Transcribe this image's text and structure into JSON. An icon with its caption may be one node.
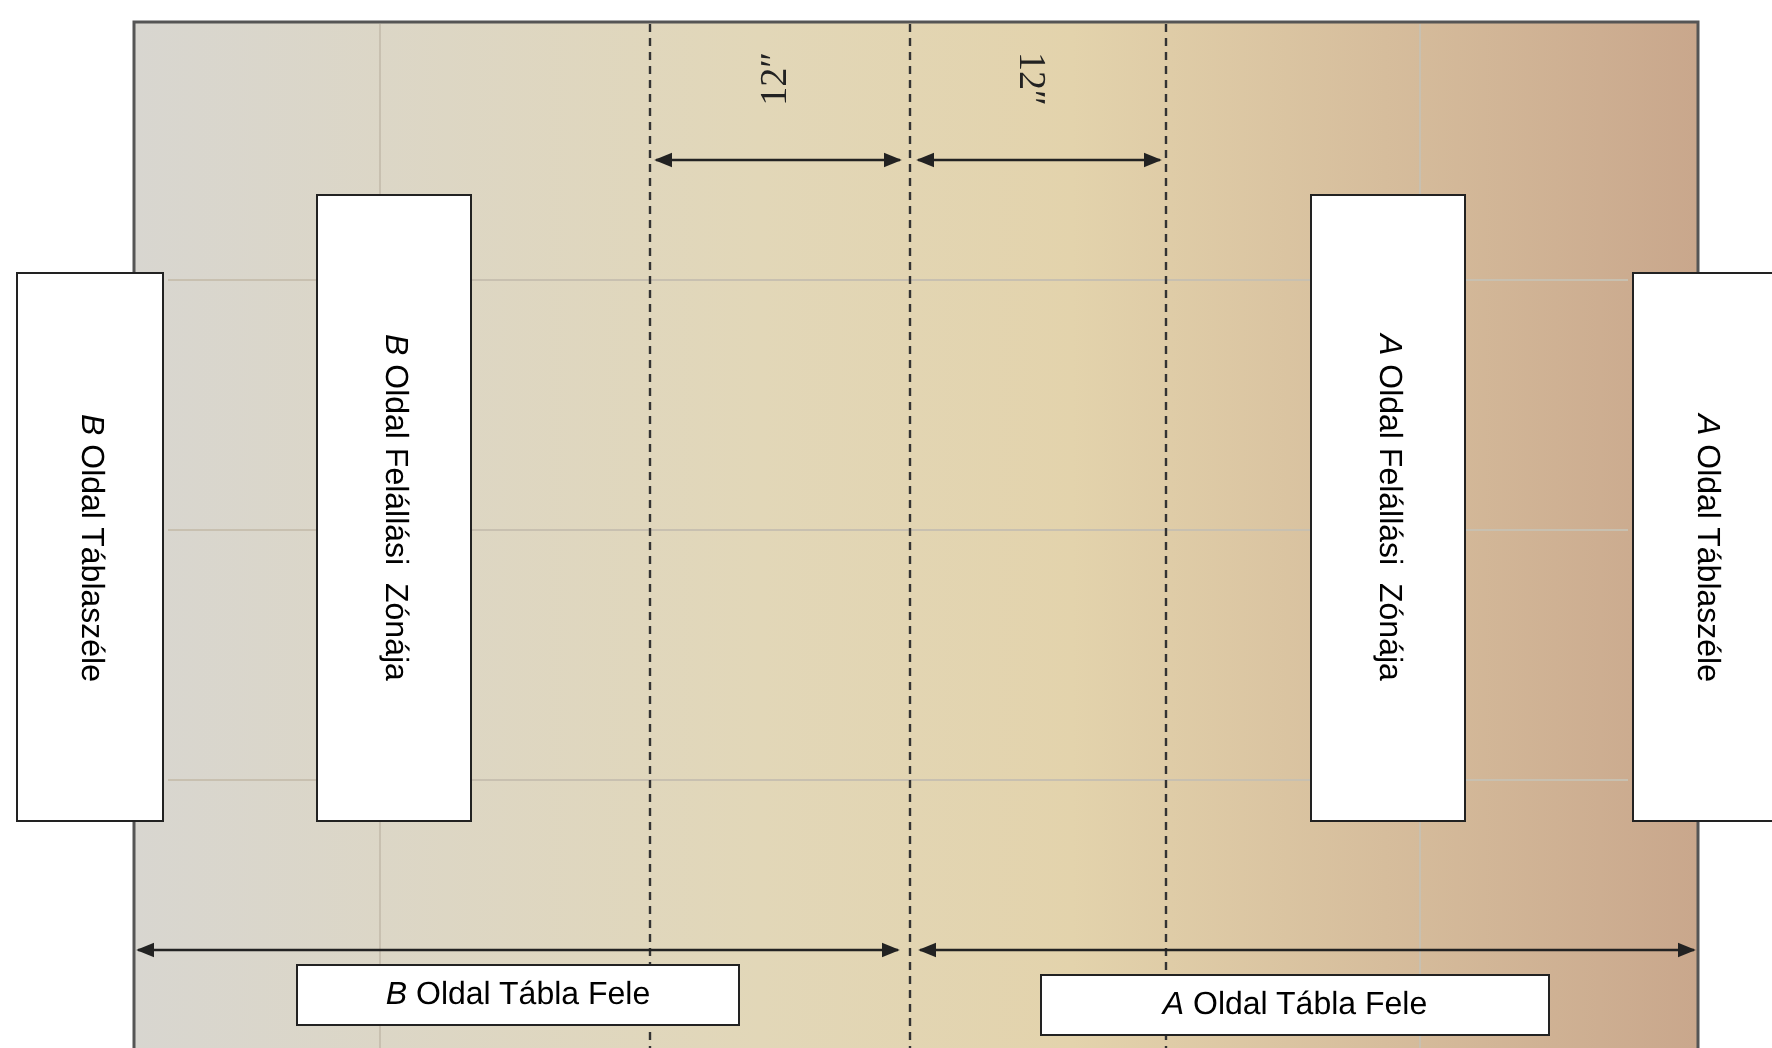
{
  "diagram": {
    "nodes": [
      {
        "text": [
          "*B* Oldal Táblaszéle"
        ]
      },
      {
        "text": [
          "*B* Oldal Felállási  Zónája"
        ]
      },
      {
        "text": [
          "*A* Oldal Felállási  Zónája"
        ]
      },
      {
        "text": [
          "*A* Oldal Táblaszéle"
        ]
      },
      {
        "text": [
          "*B* Oldal Tábla Fele"
        ]
      },
      {
        "text": [
          "*A* Oldal Tábla Fele"
        ]
      }
    ],
    "edges": [],
    "labels": [
      "12″",
      "12″"
    ]
  }
}
